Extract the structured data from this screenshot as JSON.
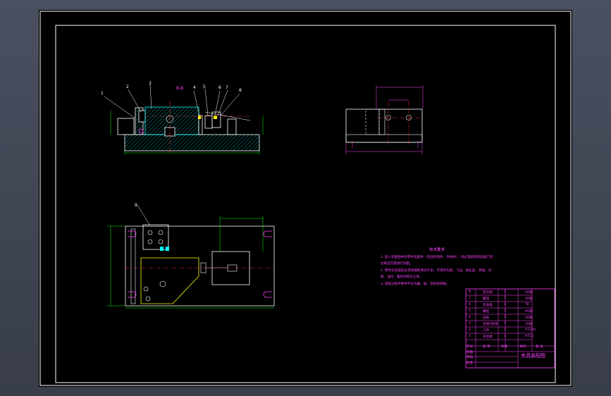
{
  "drawing": {
    "section_label": "B-B",
    "balloons": [
      "1",
      "2",
      "3",
      "4",
      "5",
      "6",
      "7",
      "8"
    ],
    "plan_balloon": "9",
    "tech_requirements": {
      "title": "技术要求",
      "items": [
        "1. 装入装配图中的零件及部件（包括外购件、外协件），均必须具有检验部门的合格证方能进行装配。",
        "2. 零件在装配前必须清理和清洗干净，不得有毛刺、飞边、氧化皮、锈蚀、切屑、油污、着色剂和灰尘等。",
        "3. 装配过程中零件不允许磕、碰、划伤和锈蚀。"
      ]
    },
    "title_block": {
      "drawing_name": "夹具装配图",
      "parts": [
        {
          "no": "8",
          "name": "定位销",
          "qty": "1",
          "material": "45钢"
        },
        {
          "no": "7",
          "name": "螺母",
          "qty": "1",
          "material": "45钢"
        },
        {
          "no": "6",
          "name": "支承板",
          "qty": "1",
          "material": "T8"
        },
        {
          "no": "5",
          "name": "螺栓",
          "qty": "1",
          "material": "45钢"
        },
        {
          "no": "4",
          "name": "压板",
          "qty": "1",
          "material": "45钢"
        },
        {
          "no": "3",
          "name": "活动V形块",
          "qty": "1",
          "material": "45钢"
        },
        {
          "no": "2",
          "name": "工件",
          "qty": "1",
          "material": "HT200"
        },
        {
          "no": "1",
          "name": "夹具体",
          "qty": "1",
          "material": "HT15"
        }
      ],
      "header": {
        "no": "序号",
        "name": "名 称",
        "qty": "件数",
        "material": "材料",
        "note": "备 注"
      },
      "rows": [
        "制图",
        "审核",
        "批准"
      ]
    }
  }
}
